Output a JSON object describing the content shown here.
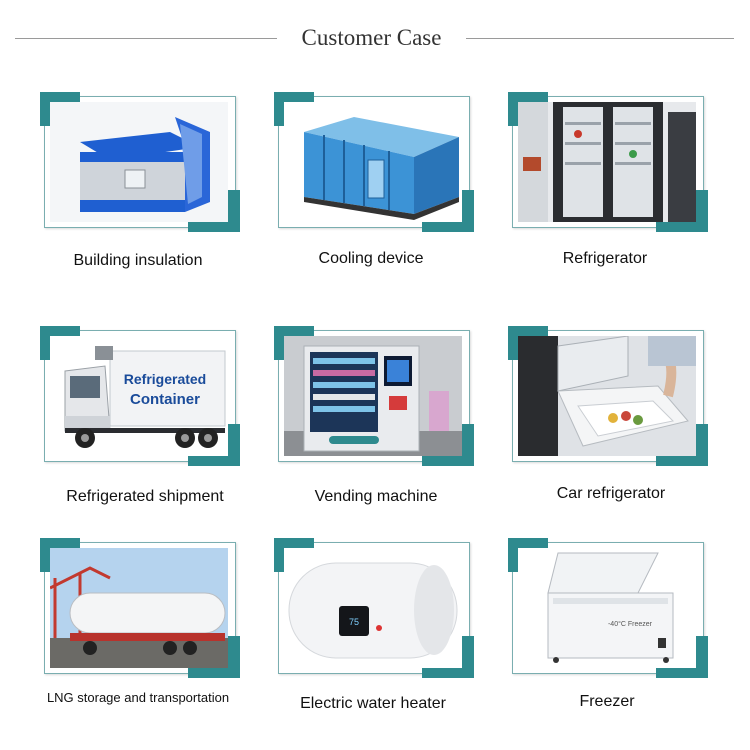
{
  "header": {
    "title": "Customer Case"
  },
  "items": [
    {
      "label": "Building insulation",
      "icon": "insulated-box-icon"
    },
    {
      "label": "Cooling device",
      "icon": "cold-room-icon"
    },
    {
      "label": "Refrigerator",
      "icon": "refrigerator-icon"
    },
    {
      "label": "Refrigerated shipment",
      "icon": "truck-icon"
    },
    {
      "label": "Vending machine",
      "icon": "vending-machine-icon"
    },
    {
      "label": "Car refrigerator",
      "icon": "car-fridge-icon"
    },
    {
      "label": "LNG storage and transportation",
      "icon": "tanker-icon"
    },
    {
      "label": "Electric water heater",
      "icon": "water-heater-icon"
    },
    {
      "label": "Freezer",
      "icon": "chest-freezer-icon"
    }
  ],
  "images": {
    "truck_text_1": "Refrigerated",
    "truck_text_2": "Container",
    "freezer_text": "-40°C Freezer",
    "heater_display": "75"
  },
  "colors": {
    "accent": "#2e8a8e",
    "divider": "#9a9a9a"
  }
}
